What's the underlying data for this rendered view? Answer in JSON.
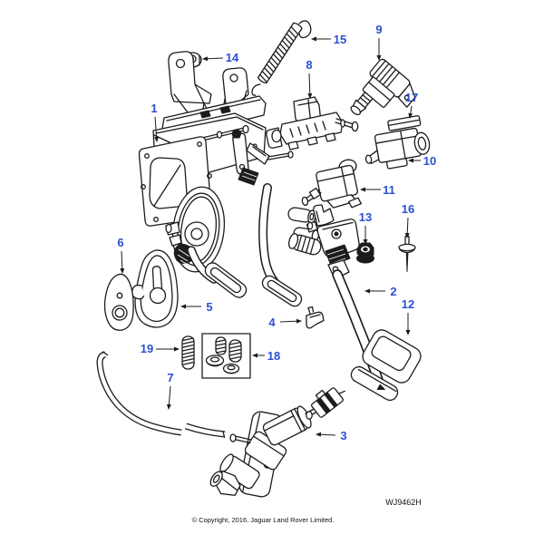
{
  "diagram": {
    "type": "exploded-parts-diagram",
    "callouts": [
      {
        "num": "1"
      },
      {
        "num": "2"
      },
      {
        "num": "3"
      },
      {
        "num": "4"
      },
      {
        "num": "5"
      },
      {
        "num": "6"
      },
      {
        "num": "7"
      },
      {
        "num": "8"
      },
      {
        "num": "9"
      },
      {
        "num": "10"
      },
      {
        "num": "11"
      },
      {
        "num": "12"
      },
      {
        "num": "13"
      },
      {
        "num": "14"
      },
      {
        "num": "15"
      },
      {
        "num": "16"
      },
      {
        "num": "17"
      },
      {
        "num": "18"
      },
      {
        "num": "19"
      }
    ],
    "footer": {
      "drawing_code": "WJ9462H",
      "copyright": "© Copyright, 2016. Jaguar Land Rover Limited."
    },
    "colors": {
      "callout": "#2b4fd2",
      "line": "#1c1c1c",
      "background": "#ffffff"
    }
  }
}
